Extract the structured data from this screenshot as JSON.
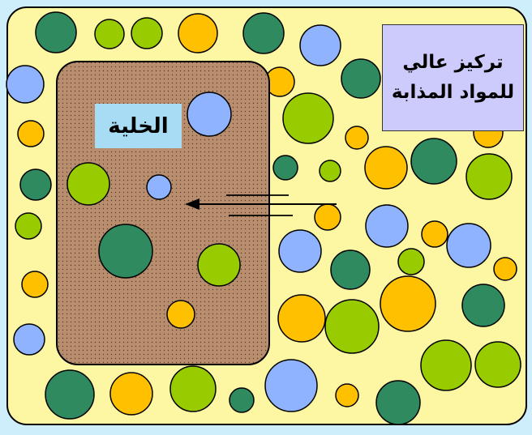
{
  "diagram": {
    "cell_label": "الخلية",
    "solute_label": "تركيز عالي للمواد المذابة",
    "colors": {
      "background": "#fdf7a4",
      "cell_fill": "#b98e6e",
      "dark_green": "#2f8a5f",
      "lime_green": "#99cc00",
      "orange": "#ffc000",
      "blue": "#8fb3ff",
      "solute_box": "#cccbfb",
      "cell_label_box": "#a8dcf5"
    },
    "arrow": {
      "direction": "left",
      "meaning": "movement into cell"
    }
  }
}
